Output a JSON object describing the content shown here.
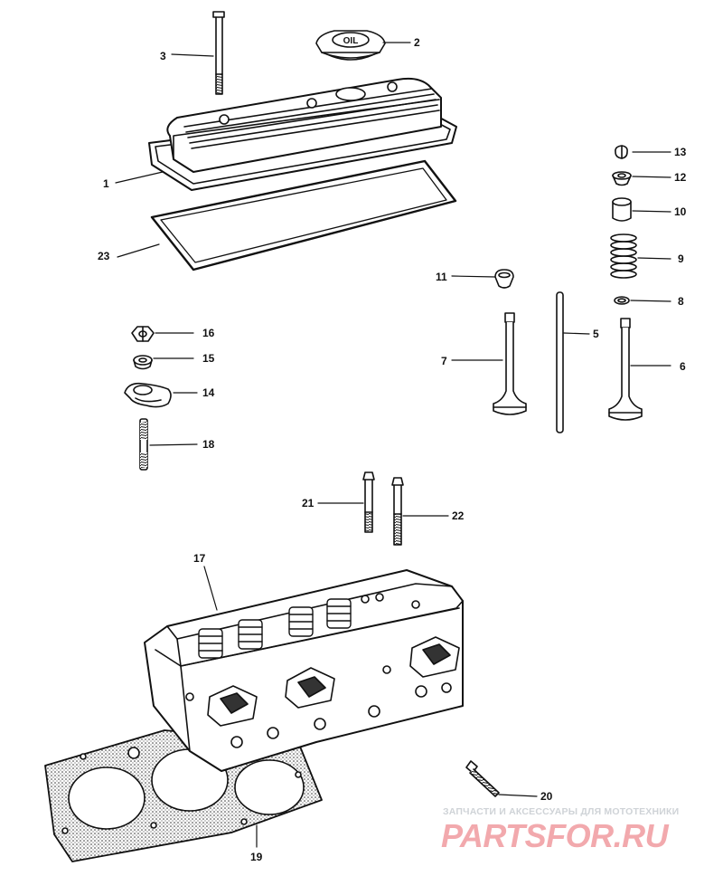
{
  "diagram": {
    "oil_cap_text": "OIL",
    "callouts": [
      "1",
      "2",
      "3",
      "5",
      "6",
      "7",
      "8",
      "9",
      "10",
      "11",
      "12",
      "13",
      "14",
      "15",
      "16",
      "17",
      "18",
      "19",
      "20",
      "21",
      "22",
      "23"
    ]
  },
  "watermark": {
    "tagline": "ЗАПЧАСТИ И АКСЕССУАРЫ ДЛЯ МОТОТЕХНИКИ",
    "logo_text": "PARTSFOR.RU",
    "color": "#f2a9ad"
  },
  "colors": {
    "line": "#111111",
    "paper": "#ffffff"
  }
}
